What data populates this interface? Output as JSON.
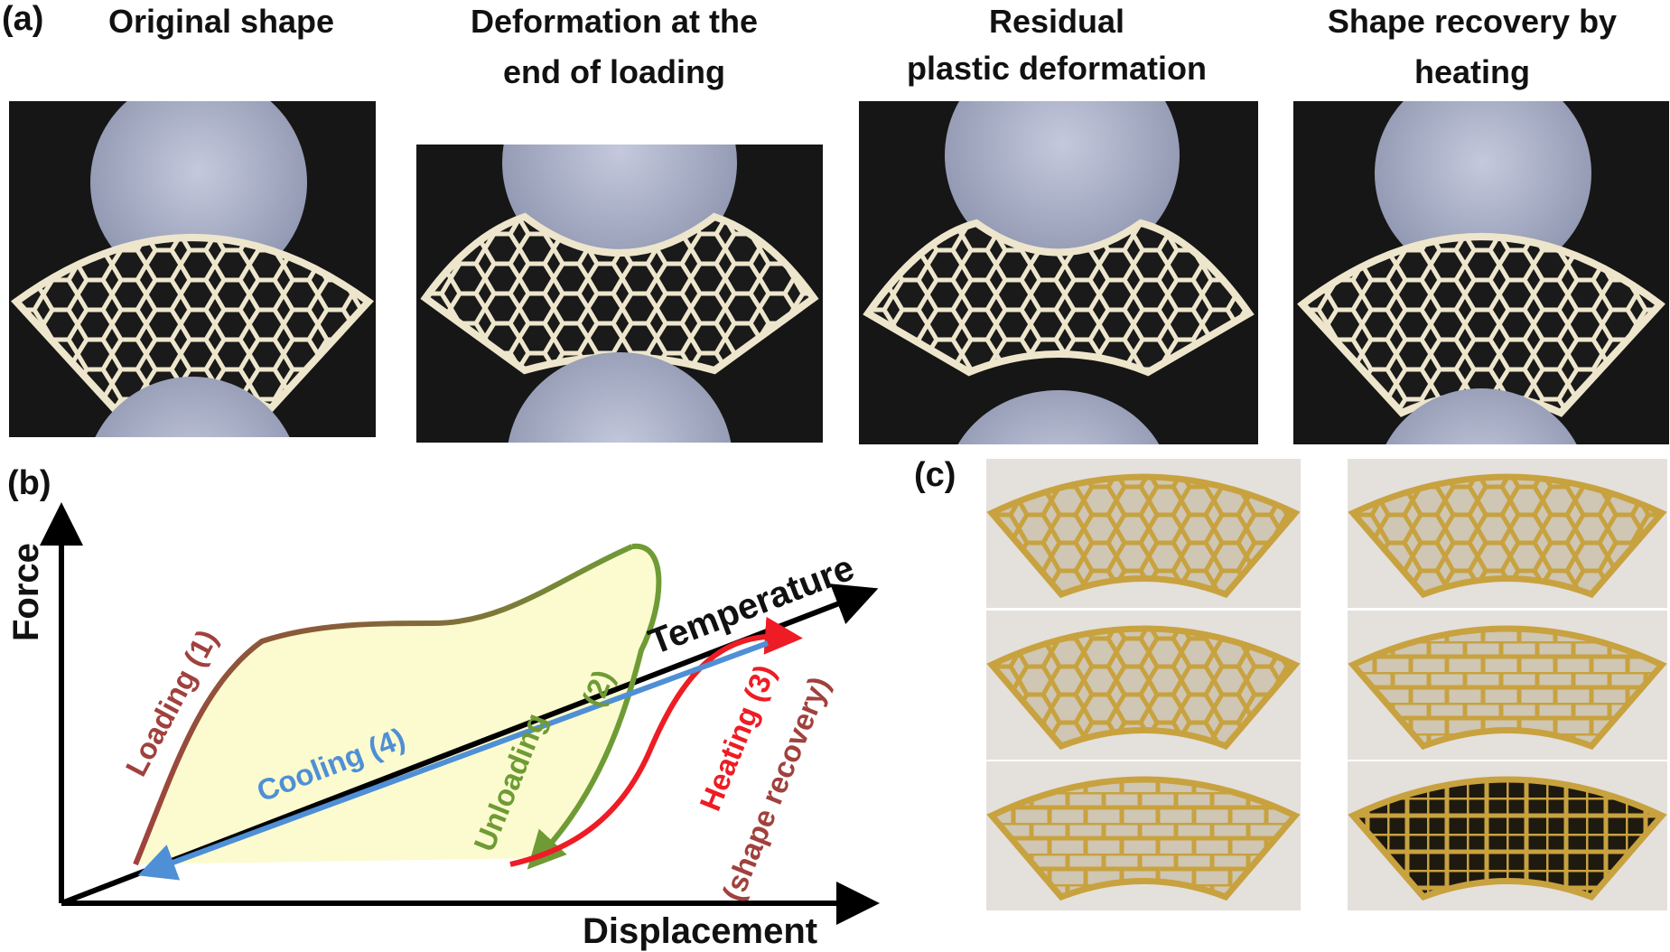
{
  "panel_labels": {
    "a": "(a)",
    "b": "(b)",
    "c": "(c)"
  },
  "panel_a": {
    "captions": [
      {
        "line1": "Original shape",
        "line2": ""
      },
      {
        "line1": "Deformation at the",
        "line2": "end of loading"
      },
      {
        "line1": "Residual",
        "line2": "plastic deformation"
      },
      {
        "line1": "Shape recovery by",
        "line2": "heating"
      }
    ]
  },
  "panel_b": {
    "axis_force": "Force",
    "axis_displacement": "Displacement",
    "axis_temperature": "Temperature",
    "loading": "Loading (1)",
    "unloading": "Unloading",
    "unloading_num": "(2)",
    "heating": "Heating (3)",
    "heating_sub": "(shape recovery)",
    "cooling": "Cooling (4)",
    "colors": {
      "loading": "#a0413d",
      "unloading": "#6f9b35",
      "heating": "#ee1c24",
      "cooling": "#4f8fd6",
      "fill": "#fbfbcf"
    }
  }
}
